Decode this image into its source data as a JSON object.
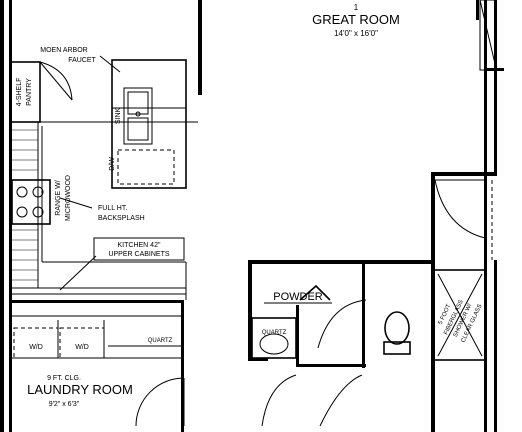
{
  "rooms": {
    "great_room": {
      "name": "GREAT ROOM",
      "marker": "1",
      "dims": "14'0\" x 16'0\""
    },
    "laundry_room": {
      "name": "LAUNDRY ROOM",
      "dims": "9'2\" x 6'3\""
    },
    "powder": {
      "name": "POWDER"
    }
  },
  "notes": {
    "faucet": [
      "MOEN ARBOR",
      "FAUCET"
    ],
    "pantry": [
      "4-SHELF",
      "PANTRY"
    ],
    "sink": "SINK",
    "dw": "D/W",
    "range": [
      "RANGE W/",
      "MICROWOOD"
    ],
    "backsplash": [
      "FULL HT.",
      "BACKSPLASH"
    ],
    "cabinets": [
      "KITCHEN 42\"",
      "UPPER CABINETS"
    ],
    "quartz": "QUARTZ",
    "wd_left": "W/D",
    "wd_right": "W/D",
    "closet": "9 FT. CLG.",
    "vanity": "QUARTZ",
    "shower": [
      "5 FOOT",
      "FIBERGLASS",
      "SHOWER W/",
      "CLEAR GLASS"
    ]
  }
}
